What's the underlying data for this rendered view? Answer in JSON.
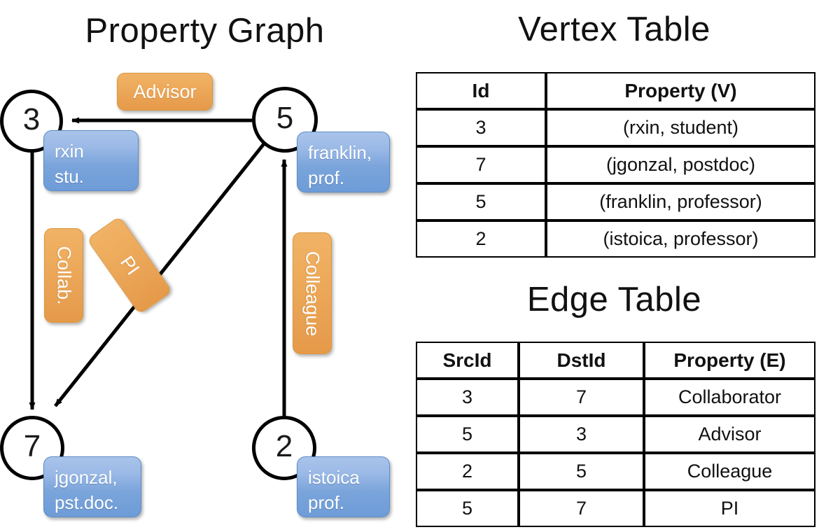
{
  "titles": {
    "property_graph": "Property Graph",
    "vertex_table": "Vertex Table",
    "edge_table": "Edge Table"
  },
  "graph": {
    "nodes": [
      {
        "id": "3",
        "label": "3",
        "property_lines": [
          "rxin",
          "stu."
        ]
      },
      {
        "id": "5",
        "label": "5",
        "property_lines": [
          "franklin,",
          "prof."
        ]
      },
      {
        "id": "7",
        "label": "7",
        "property_lines": [
          "jgonzal,",
          "pst.doc."
        ]
      },
      {
        "id": "2",
        "label": "2",
        "property_lines": [
          "istoica",
          "prof."
        ]
      }
    ],
    "edge_tags": [
      {
        "name": "advisor",
        "label": "Advisor",
        "orientation": "horizontal"
      },
      {
        "name": "collab",
        "label": "Collab.",
        "orientation": "vertical"
      },
      {
        "name": "pi",
        "label": "PI",
        "orientation": "rotated"
      },
      {
        "name": "colleague",
        "label": "Colleague",
        "orientation": "vertical"
      }
    ],
    "edges": [
      {
        "src": "5",
        "dst": "3",
        "label": "Advisor"
      },
      {
        "src": "3",
        "dst": "7",
        "label": "Collab."
      },
      {
        "src": "5",
        "dst": "7",
        "label": "PI"
      },
      {
        "src": "2",
        "dst": "5",
        "label": "Colleague"
      }
    ]
  },
  "vertex_table": {
    "headers": [
      "Id",
      "Property (V)"
    ],
    "rows": [
      {
        "id": "3",
        "property": "(rxin, student)"
      },
      {
        "id": "7",
        "property": "(jgonzal, postdoc)"
      },
      {
        "id": "5",
        "property": "(franklin, professor)"
      },
      {
        "id": "2",
        "property": "(istoica, professor)"
      }
    ]
  },
  "edge_table": {
    "headers": [
      "SrcId",
      "DstId",
      "Property (E)"
    ],
    "rows": [
      {
        "src": "3",
        "dst": "7",
        "property": "Collaborator"
      },
      {
        "src": "5",
        "dst": "3",
        "property": "Advisor"
      },
      {
        "src": "2",
        "dst": "5",
        "property": "Colleague"
      },
      {
        "src": "5",
        "dst": "7",
        "property": "PI"
      }
    ]
  },
  "colors": {
    "vertex_property_fill": "#d6e0f2",
    "edge_property_fill": "#f4dfc7",
    "node_bubble_blue": "#7aa4db",
    "edge_tag_orange": "#e9a153",
    "stroke": "#000000"
  }
}
